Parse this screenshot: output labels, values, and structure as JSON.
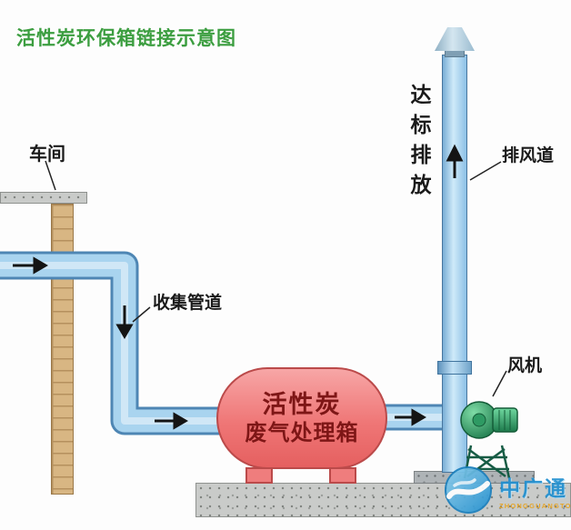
{
  "title": "活性炭环保箱链接示意图",
  "labels": {
    "workshop": "车间",
    "collection_pipe": "收集管道",
    "emission": "达标排放",
    "exhaust_duct": "排风道",
    "fan": "风机"
  },
  "tank": {
    "line1": "活性炭",
    "line2": "废气处理箱"
  },
  "watermark": {
    "name": "中广通",
    "subtitle": "ZHONGGUANGTONG"
  },
  "colors": {
    "title_green": "#3c9e40",
    "pipe_fill": "#a9d4ef",
    "pipe_border": "#4e86b4",
    "tank_pink": "#ef7676",
    "tank_text": "#7e1616",
    "fan_green": "#2e8b57",
    "watermark_blue": "#1f8fd0",
    "watermark_orange": "#e8a21c"
  }
}
